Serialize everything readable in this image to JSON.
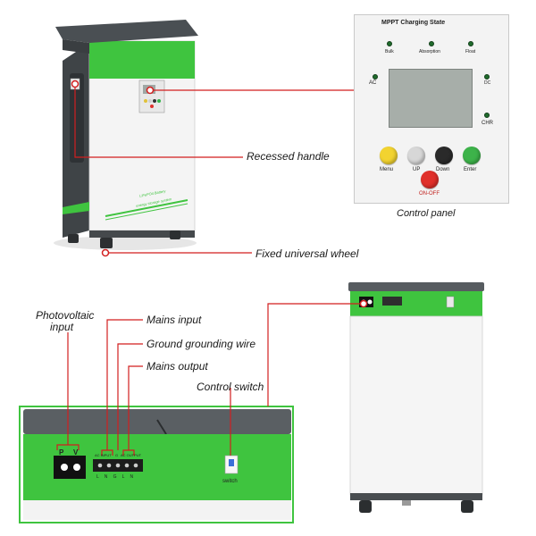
{
  "labels": {
    "recessed_handle": "Recessed handle",
    "fixed_wheel": "Fixed universal wheel",
    "control_panel": "Control panel",
    "pv_input_line1": "Photovoltaic",
    "pv_input_line2": "input",
    "mains_input": "Mains input",
    "ground_wire": "Ground grounding wire",
    "mains_output": "Mains output",
    "control_switch": "Control switch"
  },
  "panel": {
    "title": "MPPT   Charging   State",
    "led_bulk": "Bulk",
    "led_absorption": "Absorption",
    "led_float": "Float",
    "led_ac": "AC",
    "led_dc": "DC",
    "led_chr": "CHR",
    "btn_menu": "Menu",
    "btn_up": "UP",
    "btn_down": "Down",
    "btn_enter": "Enter",
    "btn_onoff": "ON-OFF"
  },
  "detail": {
    "pv_p": "P",
    "pv_v": "V",
    "ac_input": "AC INPUT",
    "ground": "G",
    "ac_output": "AC OUTPUT",
    "term_letters": "L N G L N",
    "switch_label": "switch"
  },
  "product": {
    "side_text_1": "LiFePO4 Battery",
    "side_text_2": "energy storage system"
  },
  "colors": {
    "green": "#39c339",
    "dark": "#5a5f63",
    "callout_line": "#d21f1f"
  }
}
